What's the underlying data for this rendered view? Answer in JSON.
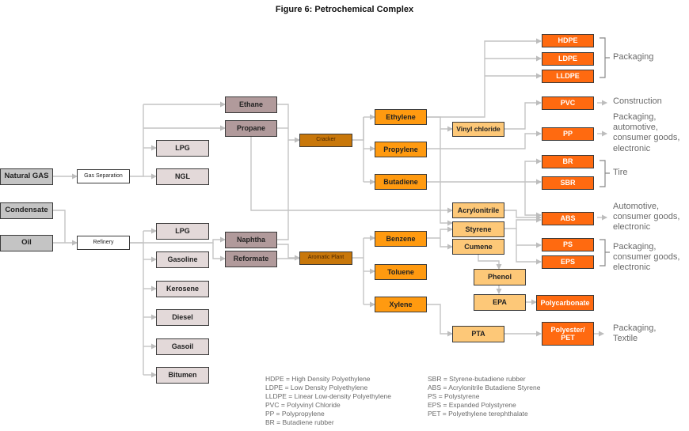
{
  "title": "Figure 6: Petrochemical Complex",
  "colors": {
    "source": "#c4c4c4",
    "process": "#ffffff",
    "fraction": "#e3d9d9",
    "feedstock": "#b19a9b",
    "plant": "#c8770a",
    "olefin_aromatic": "#ff9a10",
    "intermediate": "#fdc878",
    "polymer": "#ff6a10",
    "connector": "#bdbdbd"
  },
  "nodes": {
    "natural_gas": "Natural GAS",
    "condensate": "Condensate",
    "oil": "Oil",
    "gas_separation": "Gas Separation",
    "refinery": "Refinery",
    "lpg_gas": "LPG",
    "ngl": "NGL",
    "lpg_ref": "LPG",
    "gasoline": "Gasoline",
    "kerosene": "Kerosene",
    "diesel": "Diesel",
    "gasoil": "Gasoil",
    "bitumen": "Bitumen",
    "ethane": "Ethane",
    "propane": "Propane",
    "naphtha": "Naphtha",
    "reformate": "Reformate",
    "cracker": "Cracker",
    "aromatic_plant": "Aromatic Plant",
    "ethylene": "Ethylene",
    "propylene": "Propylene",
    "butadiene": "Butadiene",
    "benzene": "Benzene",
    "toluene": "Toluene",
    "xylene": "Xylene",
    "vinyl_chloride": "Vinyl chloride",
    "acrylonitrile": "Acrylonitrile",
    "styrene": "Styrene",
    "cumene": "Cumene",
    "phenol": "Phenol",
    "epa": "EPA",
    "pta": "PTA",
    "hdpe": "HDPE",
    "ldpe": "LDPE",
    "lldpe": "LLDPE",
    "pvc": "PVC",
    "pp": "PP",
    "br": "BR",
    "sbr": "SBR",
    "abs": "ABS",
    "ps": "PS",
    "eps": "EPS",
    "polycarbonate": "Polycarbonate",
    "polyester_pet": "Polyester/\nPET"
  },
  "end_uses": {
    "packaging_pe": "Packaging",
    "construction": "Construction",
    "pp_uses": "Packaging,\nautomotive,\nconsumer goods,\nelectronic",
    "tire": "Tire",
    "abs_uses": "Automotive,\nconsumer goods,\nelectronic",
    "ps_uses": "Packaging,\nconsumer goods,\nelectronic",
    "pet_uses": "Packaging,\nTextile"
  },
  "legend_left": [
    "HDPE = High Density Polyethylene",
    "LDPE = Low Density Polyethylene",
    "LLDPE = Linear Low-density Polyethylene",
    "PVC = Polyvinyl Chloride",
    "PP = Polypropylene",
    "BR = Butadiene rubber"
  ],
  "legend_right": [
    "SBR = Styrene-butadiene rubber",
    "ABS = Acrylonitrile Butadiene Styrene",
    "PS = Polystyrene",
    "EPS = Expanded Polystyrene",
    "PET = Polyethylene terephthalate"
  ]
}
